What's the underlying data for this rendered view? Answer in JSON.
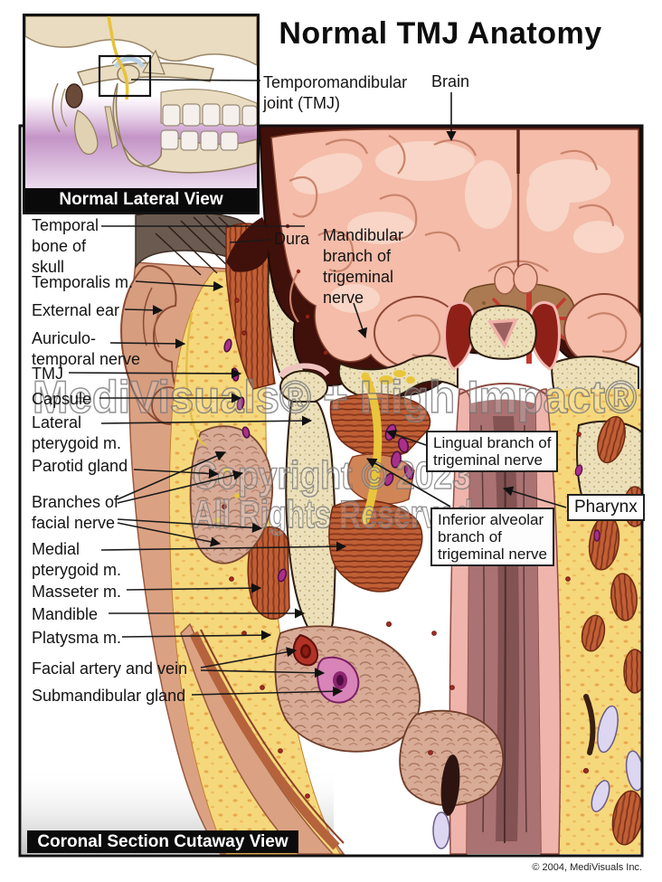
{
  "title": "Normal TMJ Anatomy",
  "inset": {
    "caption": "Normal Lateral View"
  },
  "footer": {
    "caption": "Coronal Section Cutaway View",
    "copyright": "© 2004, MediVisuals Inc."
  },
  "watermark": {
    "line1": "MediVisuals® + High Impact®",
    "line2": "Copyright © 2023",
    "line3": "All Rights Reserved"
  },
  "labels": {
    "tmj_joint": "Temporomandibular\njoint (TMJ)",
    "brain": "Brain",
    "dura": "Dura",
    "mandibular_branch": "Mandibular\nbranch of\ntrigeminal\nnerve",
    "temporal_bone": "Temporal\nbone of\nskull",
    "temporalis": "Temporalis m.",
    "external_ear": "External ear",
    "auriculotemporal": "Auriculo-\ntemporal nerve",
    "tmj": "TMJ",
    "capsule": "Capsule",
    "lateral_pterygoid": "Lateral\npterygoid m.",
    "parotid": "Parotid gland",
    "facial_branches": "Branches of\nfacial nerve",
    "medial_pterygoid": "Medial\npterygoid m.",
    "masseter": "Masseter m.",
    "mandible": "Mandible",
    "platysma": "Platysma m.",
    "facial_vessels": "Facial artery and vein",
    "submandibular": "Submandibular gland",
    "lingual_branch": "Lingual branch of\ntrigeminal nerve",
    "pharynx": "Pharynx",
    "inferior_alveolar": "Inferior alveolar\nbranch of\ntrigeminal nerve"
  },
  "colors": {
    "nerve_yellow": "#e9c53c",
    "muscle": "#c05f35",
    "bone": "#ece0ba",
    "brain": "#f4bca9",
    "dura": "#40100a",
    "fat": "#f6d87c",
    "pharynx": "#aa7272",
    "vein": "#b53d8d",
    "artery": "#b23226"
  }
}
